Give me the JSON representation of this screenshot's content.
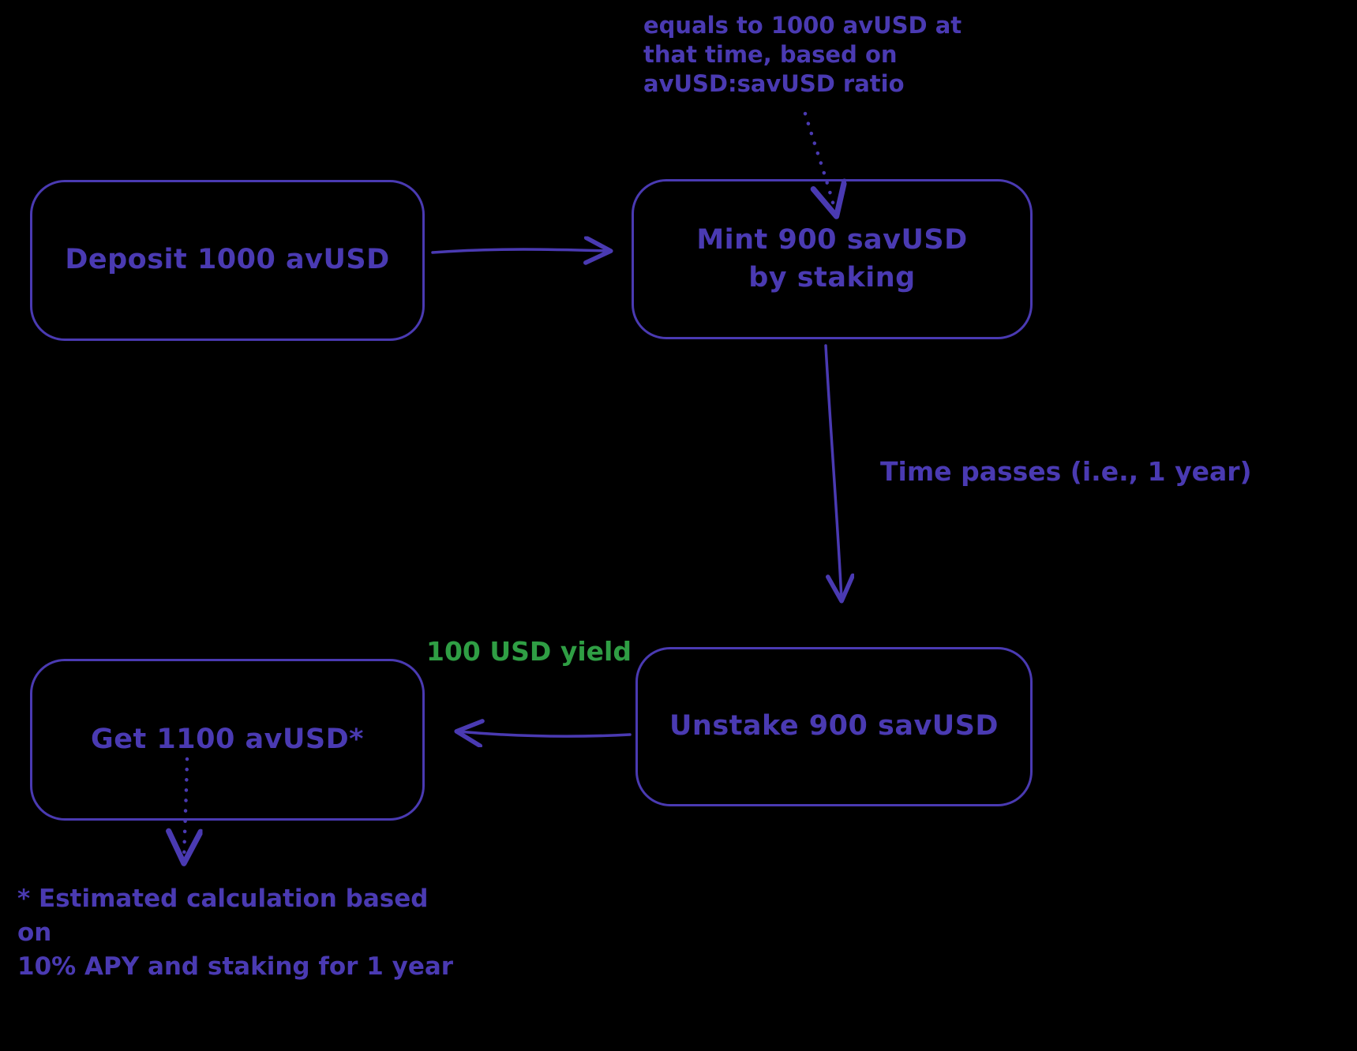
{
  "colors": {
    "primary": "#4a3ab2",
    "green": "#2f9e44",
    "bg": "#000000"
  },
  "nodes": {
    "deposit": {
      "label": "Deposit 1000 avUSD"
    },
    "mint": {
      "line1": "Mint 900 savUSD",
      "line2": "by staking"
    },
    "unstake": {
      "label": "Unstake 900 savUSD"
    },
    "get": {
      "label": "Get 1100 avUSD*"
    }
  },
  "labels": {
    "ratio_note_line1": "equals to 1000 avUSD at",
    "ratio_note_line2": "that time, based on",
    "ratio_note_line3": "avUSD:savUSD ratio",
    "time_passes": "Time passes (i.e., 1 year)",
    "yield": "100 USD yield",
    "footnote_line1": "* Estimated calculation based on",
    "footnote_line2": "10% APY and staking for 1 year"
  }
}
